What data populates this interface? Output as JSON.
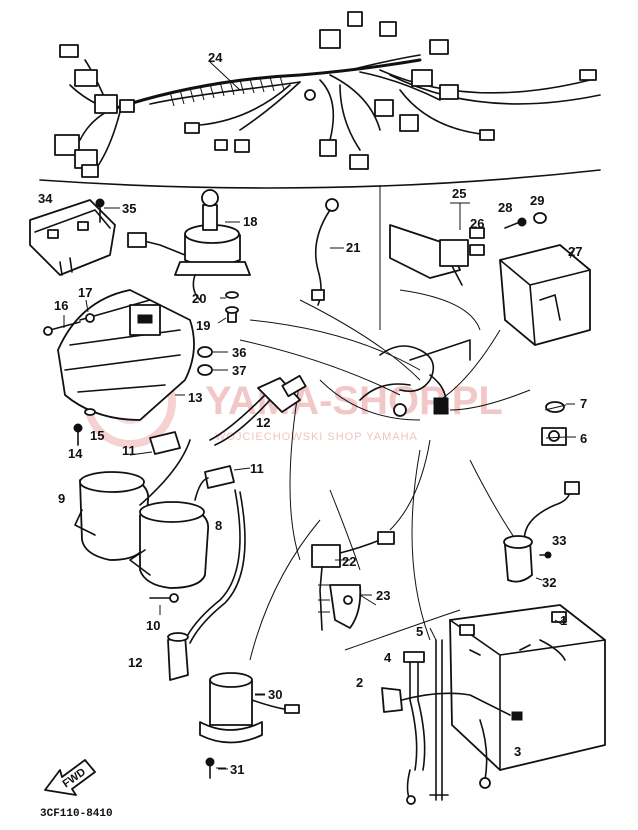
{
  "diagram": {
    "code": "3CF110-8410",
    "fwd_label": "FWD",
    "watermark": {
      "brand": "YAMA-SHOP.PL",
      "sub": "WOJCIECHOWSKI SHOP YAMAHA"
    },
    "callouts": {
      "c1": "1",
      "c2": "2",
      "c3": "3",
      "c4": "4",
      "c5": "5",
      "c6": "6",
      "c7": "7",
      "c8": "8",
      "c9": "9",
      "c10": "10",
      "c11a": "11",
      "c11b": "11",
      "c12a": "12",
      "c12b": "12",
      "c13": "13",
      "c14": "14",
      "c15": "15",
      "c16": "16",
      "c17": "17",
      "c18": "18",
      "c19": "19",
      "c20": "20",
      "c21": "21",
      "c22": "22",
      "c23": "23",
      "c24": "24",
      "c25": "25",
      "c26": "26",
      "c27": "27",
      "c28": "28",
      "c29": "29",
      "c30": "30",
      "c31": "31",
      "c32": "32",
      "c33": "33",
      "c34": "34",
      "c35": "35",
      "c36": "36",
      "c37": "37"
    }
  }
}
